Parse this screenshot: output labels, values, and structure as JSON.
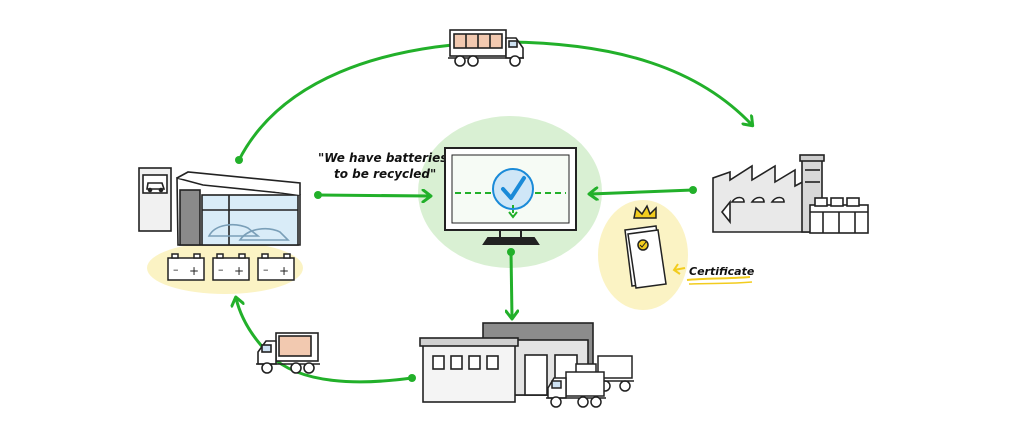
{
  "labels": {
    "quote_line1": "\"We have batteries",
    "quote_line2": "to be recycled\"",
    "certificate": "Certificate"
  },
  "colors": {
    "flow_green": "#22b02a",
    "halo_green": "#d9f0d3",
    "halo_yellow": "#fbf3c4",
    "check_blue": "#1a8ad8",
    "cert_crown": "#f2cc1e",
    "line_dark": "#222222"
  },
  "nodes": [
    {
      "id": "dealership",
      "icon": "car-dealership-with-batteries"
    },
    {
      "id": "monitor",
      "icon": "screen-with-checkmark"
    },
    {
      "id": "factory",
      "icon": "recycling-factory"
    },
    {
      "id": "certificate",
      "icon": "certificate-document"
    },
    {
      "id": "warehouse",
      "icon": "logistics-warehouse"
    }
  ],
  "flows": [
    {
      "from": "dealership",
      "to": "monitor"
    },
    {
      "from": "factory",
      "to": "monitor"
    },
    {
      "from": "monitor",
      "to": "warehouse"
    },
    {
      "from": "warehouse",
      "to": "dealership",
      "via": "truck"
    },
    {
      "from": "dealership",
      "to": "factory",
      "via": "truck"
    }
  ]
}
